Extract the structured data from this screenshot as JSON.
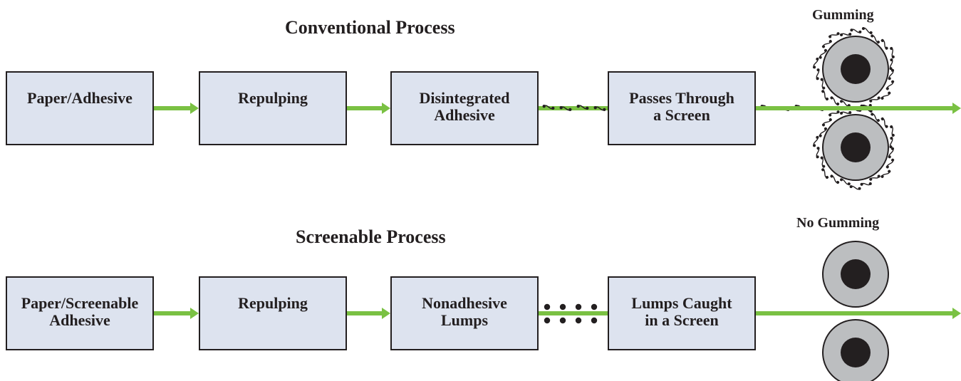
{
  "rows": [
    {
      "title": "Conventional Process",
      "steps": [
        "Paper/Adhesive",
        "Repulping",
        "Disintegrated\nAdhesive",
        "Passes Through\na Screen"
      ],
      "roller_label": "Gumming",
      "particle_type": "adhesive-particle",
      "rollers_gummed": true
    },
    {
      "title": "Screenable Process",
      "steps": [
        "Paper/Screenable\nAdhesive",
        "Repulping",
        "Nonadhesive\nLumps",
        "Lumps Caught\nin a Screen"
      ],
      "roller_label": "No Gumming",
      "particle_type": "lump-dot",
      "rollers_gummed": false
    }
  ],
  "colors": {
    "arrow": "#7ac143",
    "box_fill": "#dde3ef",
    "box_stroke": "#231f20",
    "roller_outer": "#bcbec0",
    "roller_core": "#231f20"
  }
}
